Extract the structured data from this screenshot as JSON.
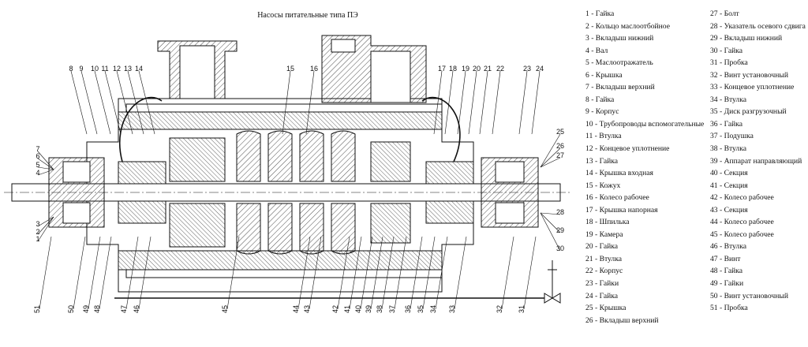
{
  "title": "Насосы питательные типа ПЭ",
  "callouts_top": [
    "8",
    "9",
    "10",
    "11",
    "12",
    "13",
    "14",
    "15",
    "16",
    "17",
    "18",
    "19",
    "20",
    "21",
    "22",
    "23",
    "24"
  ],
  "callouts_left": [
    "7",
    "6",
    "5",
    "4",
    "3",
    "2",
    "1"
  ],
  "callouts_right": [
    "25",
    "26",
    "27",
    "28",
    "29",
    "30"
  ],
  "callouts_bottom": [
    "51",
    "50",
    "49",
    "48",
    "47",
    "46",
    "45",
    "44",
    "43",
    "42",
    "41",
    "40",
    "39",
    "38",
    "37",
    "36",
    "35",
    "34",
    "33",
    "32",
    "31"
  ],
  "legend_col1": [
    "1 - Гайка",
    "2 - Кольцо маслоотбойное",
    "3 - Вкладыш нижний",
    "4 - Вал",
    "5 - Маслоотражатель",
    "6 - Крышка",
    "7 - Вкладыш верхний",
    "8 - Гайка",
    "9 - Корпус",
    "10 - Трубопроводы вспомогательные",
    "11 - Втулка",
    "12 - Концевое уплотнение",
    "13 - Гайка",
    "14 - Крышка входная",
    "15 - Кожух",
    "16 - Колесо рабочее",
    "17 - Крышка напорная",
    "18 - Шпилька",
    "19 - Камера",
    "20 - Гайка",
    "21 - Втулка",
    "22 - Корпус",
    "23 - Гайки",
    "24 - Гайка",
    "25 - Крышка",
    "26 - Вкладыш верхний"
  ],
  "legend_col2": [
    "27 - Болт",
    "28 - Указатель осевого сдвига",
    "29 - Вкладыш нижний",
    "30 - Гайка",
    "31 - Пробка",
    "32 - Винт установочный",
    "33 - Концевое уплотнение",
    "34 - Втулка",
    "35 - Диск разгрузочный",
    "36 - Гайка",
    "37 - Подушка",
    "38 - Втулка",
    "39 - Аппарат направляющий",
    "40 - Секция",
    "41 - Секция",
    "42 - Колесо рабочее",
    "43 - Секция",
    "44 - Колесо рабочее",
    "45 - Колесо рабочее",
    "46 - Втулка",
    "47 - Винт",
    "48 - Гайка",
    "49 - Гайки",
    "50 - Винт установочный",
    "51 - Пробка"
  ]
}
